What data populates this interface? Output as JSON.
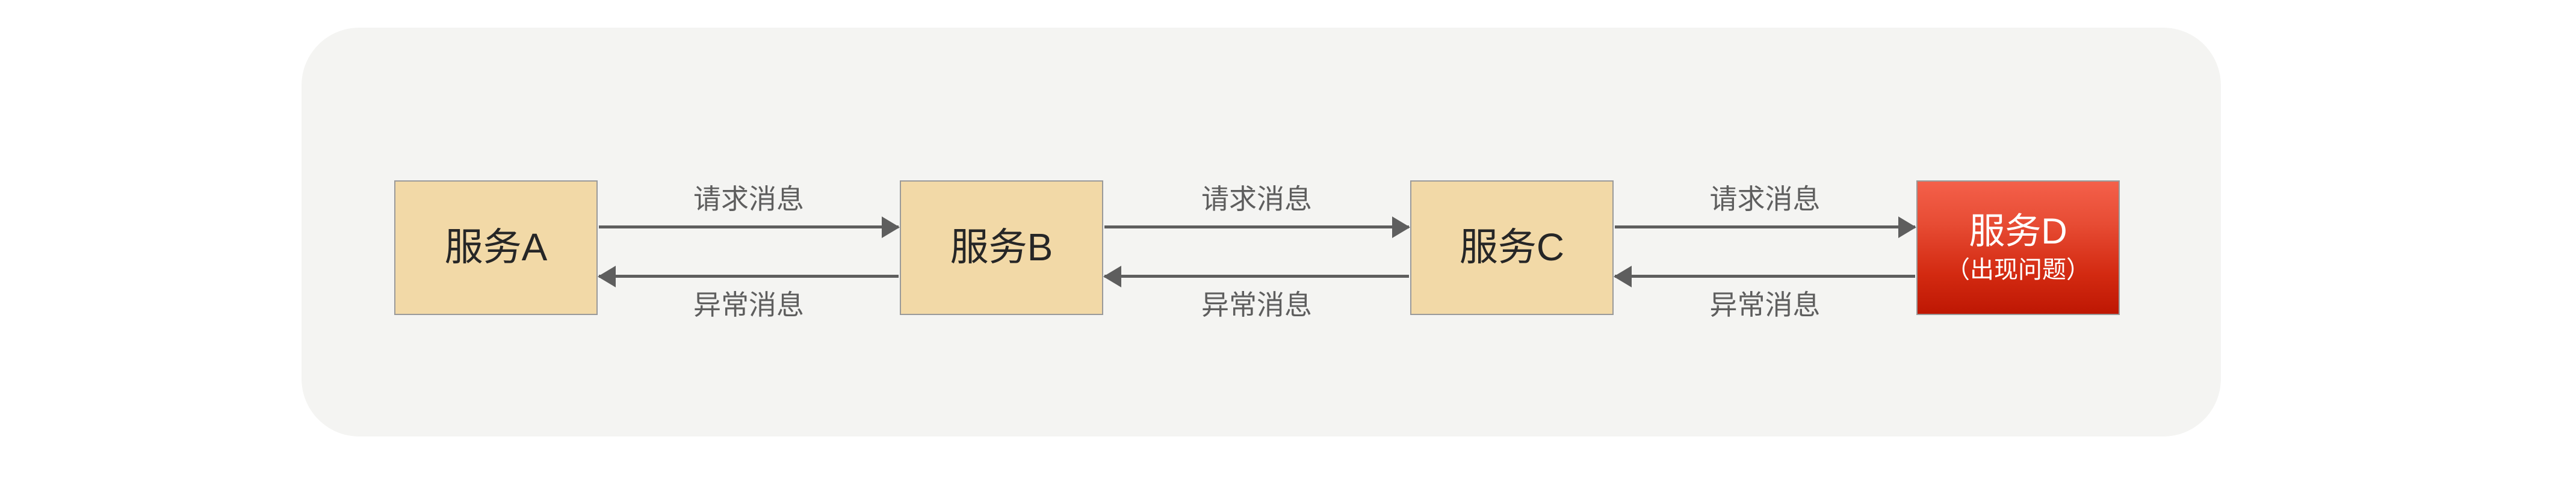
{
  "diagram": {
    "panel": {
      "background_color": "#f4f4f2"
    },
    "nodes": [
      {
        "id": "service-a",
        "title": "服务A",
        "subtitle": "",
        "state": "normal",
        "fill_color": "#f2d9a7",
        "border_color": "#9a9a9a",
        "text_color": "#262626"
      },
      {
        "id": "service-b",
        "title": "服务B",
        "subtitle": "",
        "state": "normal",
        "fill_color": "#f2d9a7",
        "border_color": "#9a9a9a",
        "text_color": "#262626"
      },
      {
        "id": "service-c",
        "title": "服务C",
        "subtitle": "",
        "state": "normal",
        "fill_color": "#f2d9a7",
        "border_color": "#9a9a9a",
        "text_color": "#262626"
      },
      {
        "id": "service-d",
        "title": "服务D",
        "subtitle": "（出现问题）",
        "state": "fault",
        "fill_color_top": "#f4604a",
        "fill_color_bottom": "#be1703",
        "border_color": "#9a9a9a",
        "text_color": "#ffffff"
      }
    ],
    "links": [
      {
        "id": "a-to-b",
        "from": "服务A",
        "to": "服务B",
        "request_label": "请求消息",
        "exception_label": "异常消息",
        "line_color": "#5e5e5e",
        "label_color": "#5e5e5e"
      },
      {
        "id": "b-to-c",
        "from": "服务B",
        "to": "服务C",
        "request_label": "请求消息",
        "exception_label": "异常消息",
        "line_color": "#5e5e5e",
        "label_color": "#5e5e5e"
      },
      {
        "id": "c-to-d",
        "from": "服务C",
        "to": "服务D",
        "request_label": "请求消息",
        "exception_label": "异常消息",
        "line_color": "#5e5e5e",
        "label_color": "#5e5e5e"
      }
    ]
  }
}
